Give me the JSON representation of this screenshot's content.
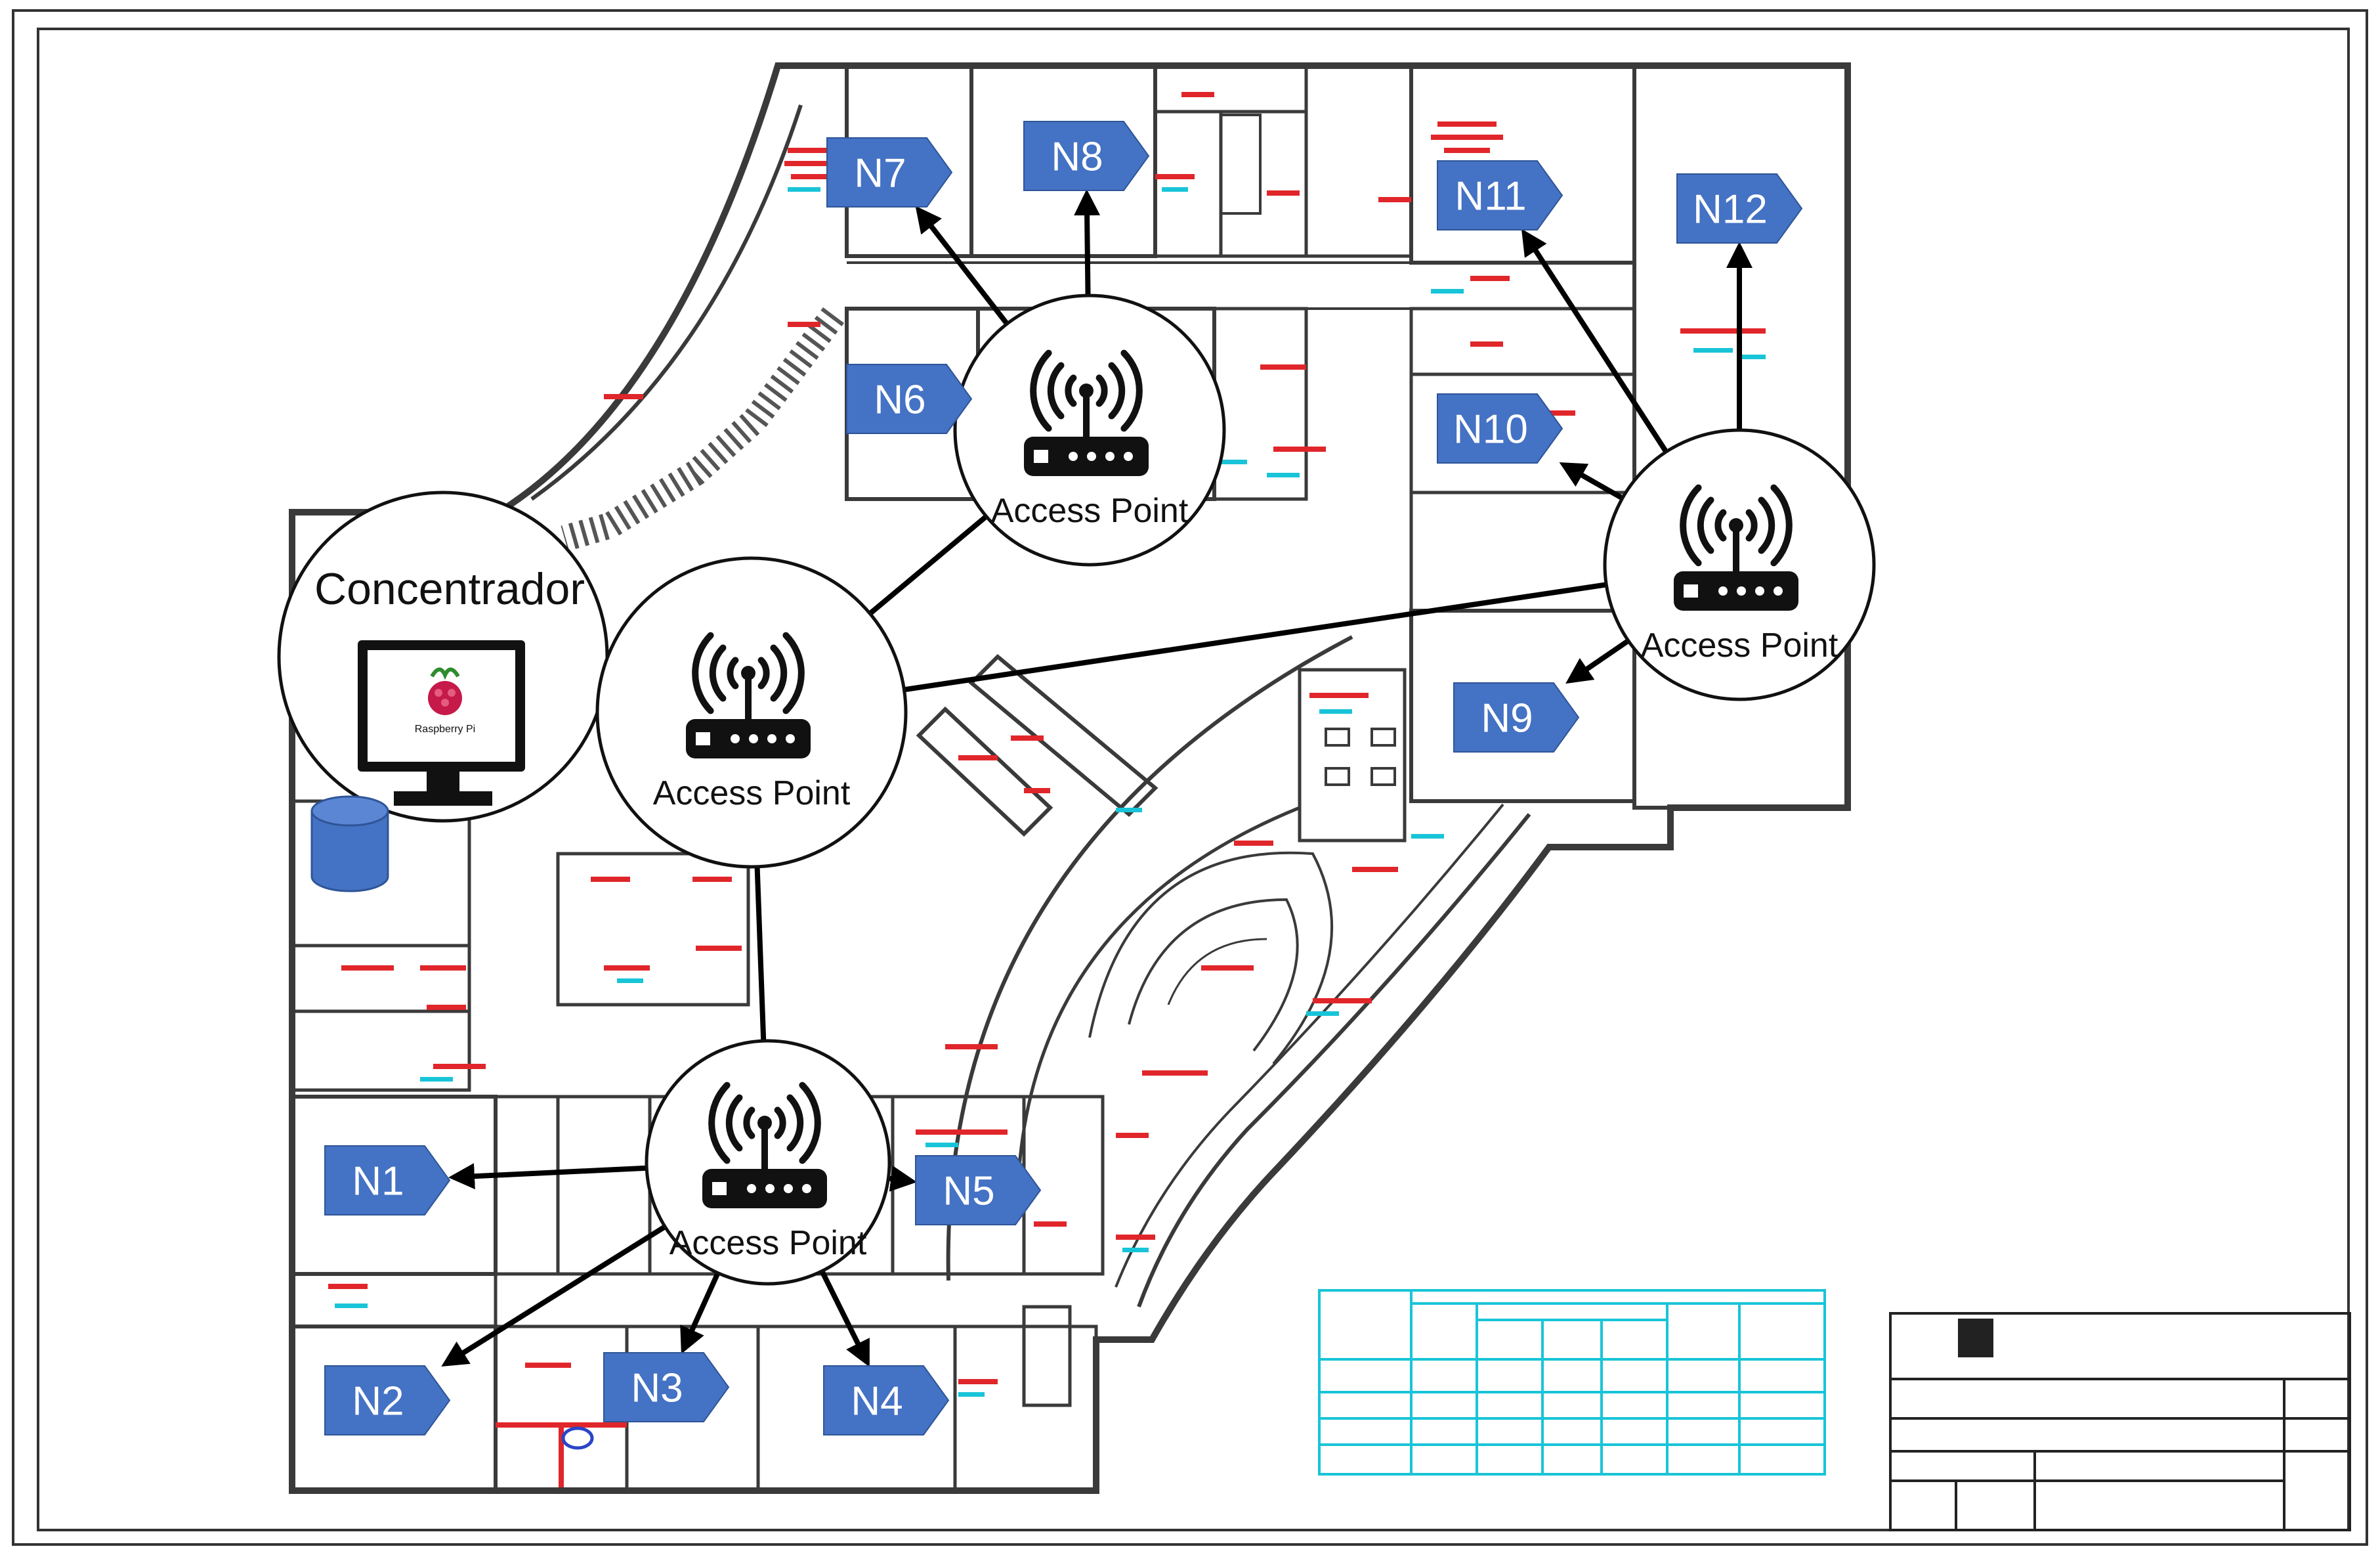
{
  "concentrator": {
    "title": "Concentrador",
    "device": "Raspberry Pi"
  },
  "access_points": [
    {
      "id": "ap_center",
      "label": "Access Point"
    },
    {
      "id": "ap_top",
      "label": "Access Point"
    },
    {
      "id": "ap_right",
      "label": "Access Point"
    },
    {
      "id": "ap_bottom",
      "label": "Access Point"
    }
  ],
  "nodes": [
    "N1",
    "N2",
    "N3",
    "N4",
    "N5",
    "N6",
    "N7",
    "N8",
    "N9",
    "N10",
    "N11",
    "N12"
  ],
  "links": [
    [
      "concentrator",
      "ap_center"
    ],
    [
      "ap_center",
      "ap_top"
    ],
    [
      "ap_center",
      "ap_right"
    ],
    [
      "ap_center",
      "ap_bottom"
    ],
    [
      "ap_top",
      "N6"
    ],
    [
      "ap_top",
      "N7"
    ],
    [
      "ap_top",
      "N8"
    ],
    [
      "ap_right",
      "N9"
    ],
    [
      "ap_right",
      "N10"
    ],
    [
      "ap_right",
      "N11"
    ],
    [
      "ap_right",
      "N12"
    ],
    [
      "ap_bottom",
      "N1"
    ],
    [
      "ap_bottom",
      "N2"
    ],
    [
      "ap_bottom",
      "N3"
    ],
    [
      "ap_bottom",
      "N4"
    ],
    [
      "ap_bottom",
      "N5"
    ]
  ],
  "colors": {
    "node_fill": "#4472C4",
    "node_text": "#ffffff",
    "floorplan": "#3a3a3a",
    "annotation_red": "#e0262a",
    "annotation_cyan": "#18c4d8",
    "arrow": "#000000",
    "database": "#4472C4"
  }
}
